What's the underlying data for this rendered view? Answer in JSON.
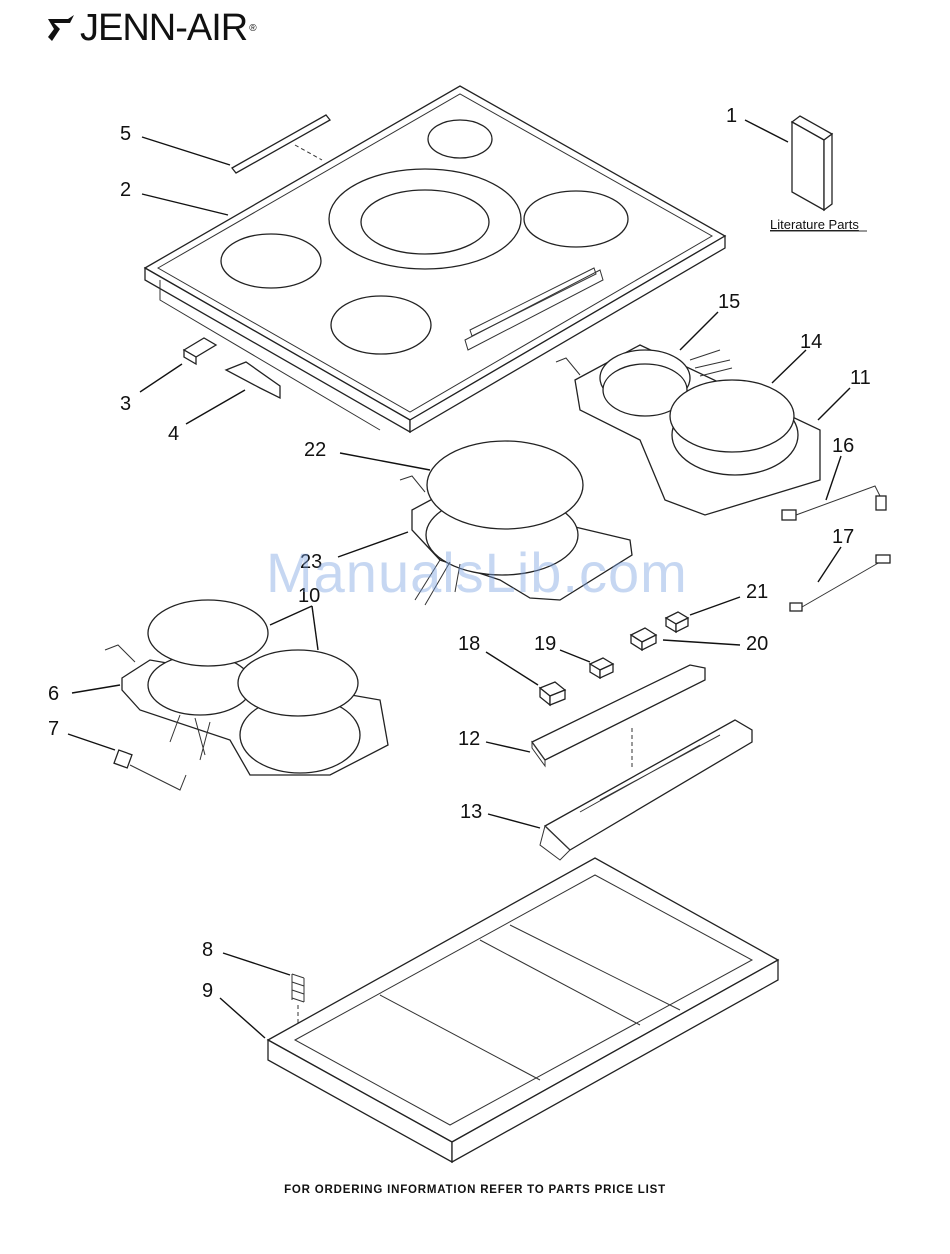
{
  "brand": {
    "name": "JENN-AIR",
    "registered": "®"
  },
  "watermark": "ManualsLib.com",
  "literature_label": "Literature Parts",
  "footer": "FOR ORDERING INFORMATION REFER TO PARTS PRICE LIST",
  "callouts": {
    "c1": "1",
    "c2": "2",
    "c3": "3",
    "c4": "4",
    "c5": "5",
    "c6": "6",
    "c7": "7",
    "c8": "8",
    "c9": "9",
    "c10": "10",
    "c11": "11",
    "c12": "12",
    "c13": "13",
    "c14": "14",
    "c15": "15",
    "c16": "16",
    "c17": "17",
    "c18": "18",
    "c19": "19",
    "c20": "20",
    "c21": "21",
    "c22": "22",
    "c23": "23"
  }
}
